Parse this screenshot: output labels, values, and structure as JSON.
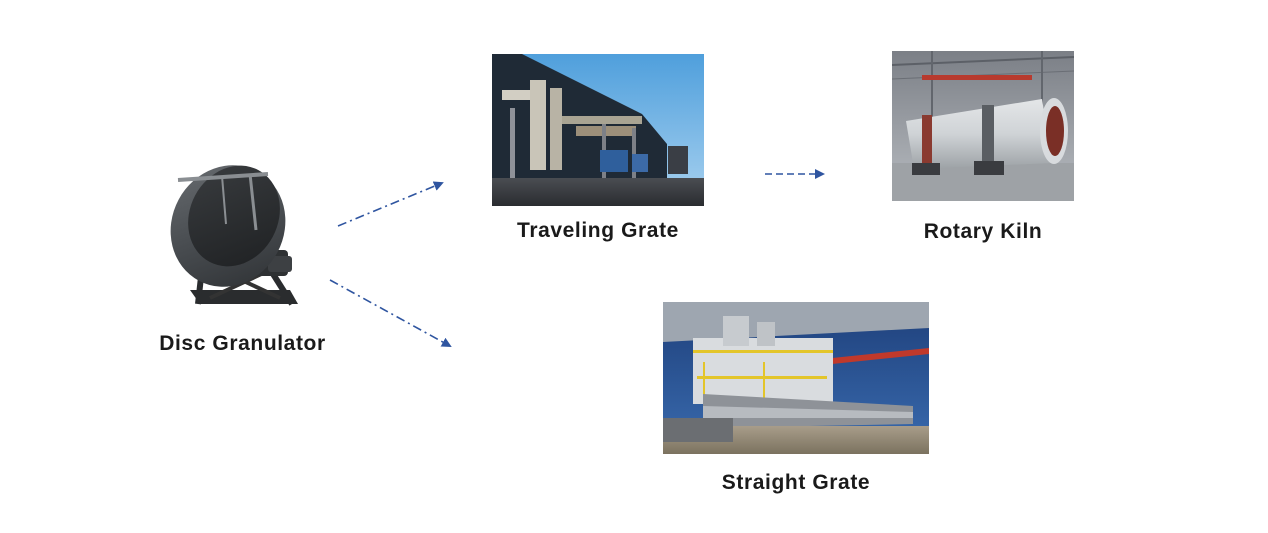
{
  "nodes": {
    "disc_granulator": {
      "label": "Disc Granulator",
      "icon": "disc-granulator-machine-icon"
    },
    "traveling_grate": {
      "label": "Traveling Grate",
      "icon": "traveling-grate-plant-photo"
    },
    "rotary_kiln": {
      "label": "Rotary Kiln",
      "icon": "rotary-kiln-photo"
    },
    "straight_grate": {
      "label": "Straight Grate",
      "icon": "straight-grate-plant-photo"
    }
  },
  "edges": [
    {
      "from": "disc_granulator",
      "to": "traveling_grate",
      "style": "dashed"
    },
    {
      "from": "disc_granulator",
      "to": "straight_grate",
      "style": "dashed"
    },
    {
      "from": "traveling_grate",
      "to": "rotary_kiln",
      "style": "dashed"
    }
  ],
  "colors": {
    "arrow": "#2f55a0",
    "label": "#1a1a1a",
    "background": "#ffffff"
  }
}
